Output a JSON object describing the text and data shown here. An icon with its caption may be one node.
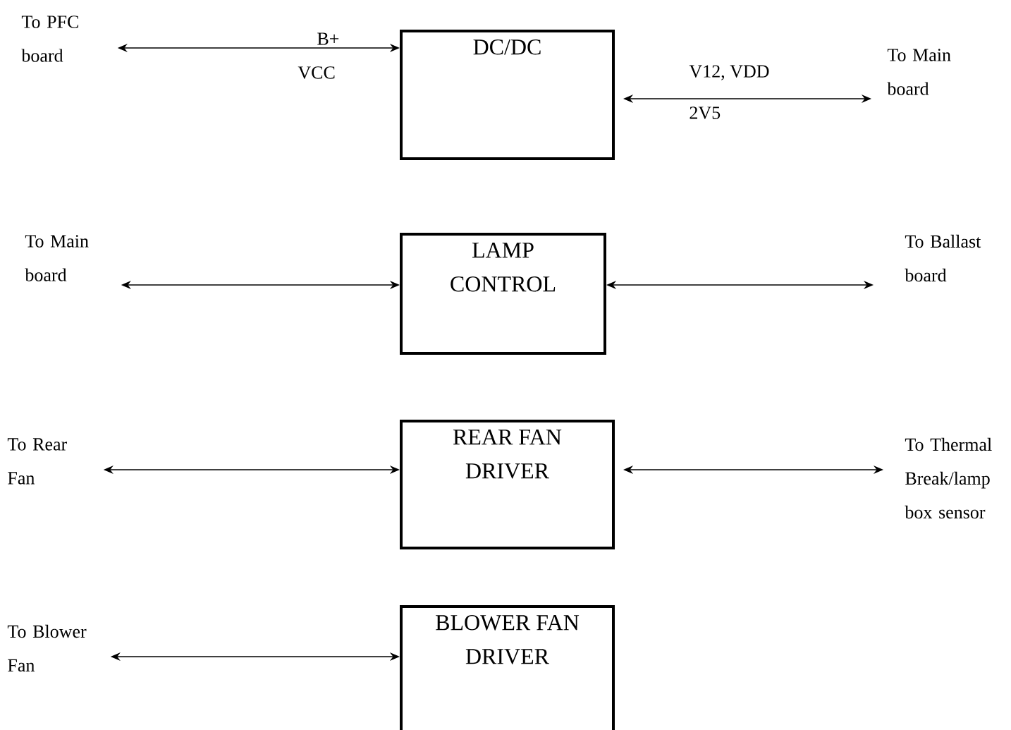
{
  "diagram": {
    "nodes": [
      {
        "text": [
          "To PFC board"
        ]
      },
      {
        "text": [
          "DC/DC"
        ]
      },
      {
        "text": [
          "To Main board"
        ]
      },
      {
        "text": [
          "To Main board"
        ]
      },
      {
        "text": [
          "LAMP CONTROL"
        ]
      },
      {
        "text": [
          "To Ballast board"
        ]
      },
      {
        "text": [
          "To Rear Fan"
        ]
      },
      {
        "text": [
          "REAR FAN DRIVER"
        ]
      },
      {
        "text": [
          "To Thermal Break/lamp box sensor"
        ]
      },
      {
        "text": [
          "To Blower Fan"
        ]
      },
      {
        "text": [
          "BLOWER FAN DRIVER"
        ]
      }
    ],
    "edges": [
      {
        "from": 0,
        "to": 1,
        "arrow": "both"
      },
      {
        "from": 1,
        "to": 2,
        "arrow": "both"
      },
      {
        "from": 3,
        "to": 4,
        "arrow": "both"
      },
      {
        "from": 4,
        "to": 5,
        "arrow": "both"
      },
      {
        "from": 6,
        "to": 7,
        "arrow": "both"
      },
      {
        "from": 7,
        "to": 8,
        "arrow": "both"
      },
      {
        "from": 9,
        "to": 10,
        "arrow": "both"
      }
    ],
    "labels": [
      "B+",
      "VCC",
      "V12, VDD",
      "2V5"
    ]
  }
}
